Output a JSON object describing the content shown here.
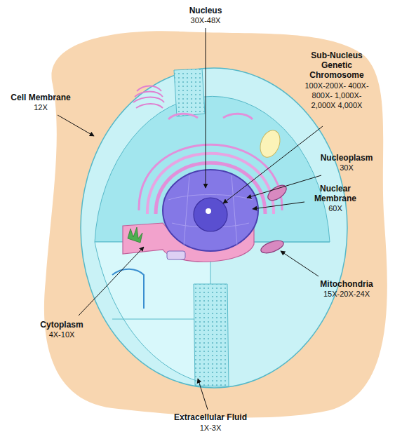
{
  "diagram": {
    "labels": [
      "Nucleus",
      "30X-48X",
      "Sub-Nucleus Genetic Chromosome",
      "100X-200X- 400X-800X- 1,000X-2,000X 4,000X",
      "Cell Membrane",
      "12X",
      "Nucleoplasm",
      "30X",
      "Nuclear Membrane",
      "60X",
      "Mitochondria",
      "15X-20X-24X",
      "Cytoplasm",
      "4X-10X",
      "Extracellular Fluid",
      "1X-3X"
    ]
  }
}
